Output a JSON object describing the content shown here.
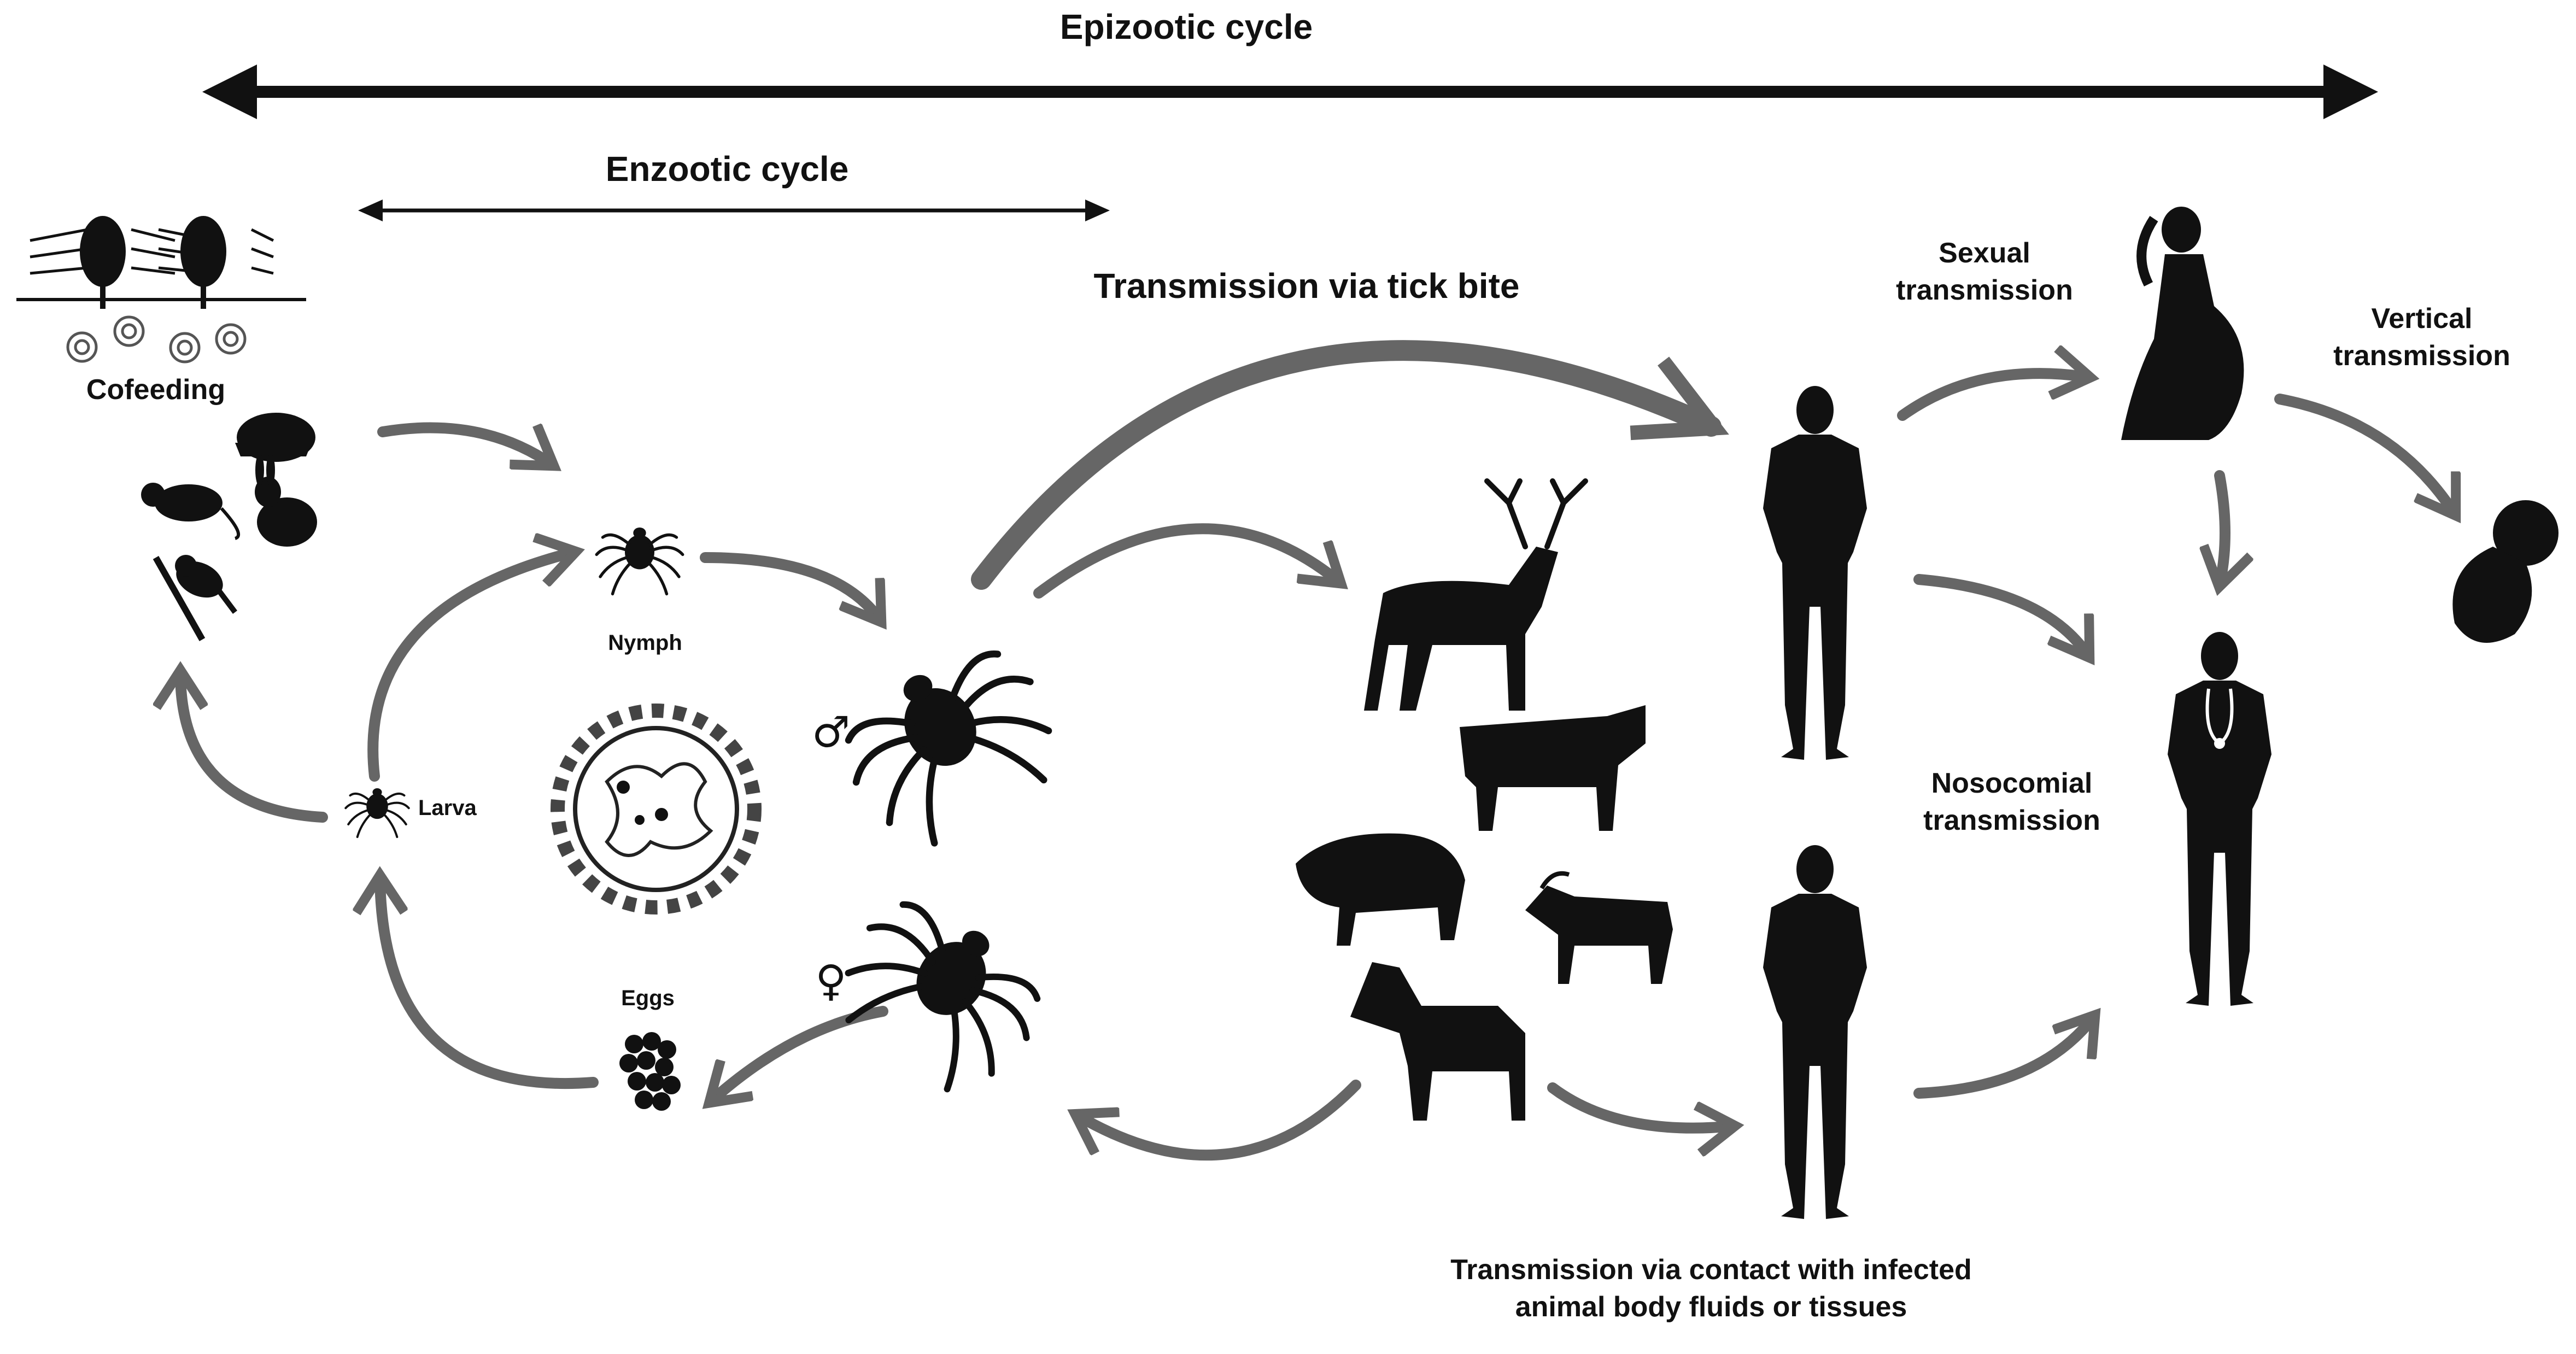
{
  "cycles": {
    "epizootic": "Epizootic cycle",
    "enzootic": "Enzootic cycle"
  },
  "labels": {
    "cofeeding": "Cofeeding",
    "nymph": "Nymph",
    "larva": "Larva",
    "eggs": "Eggs",
    "male_symbol": "♂",
    "female_symbol": "♀",
    "tick_bite": "Transmission via tick bite",
    "sexual_line1": "Sexual",
    "sexual_line2": "transmission",
    "vertical_line1": "Vertical",
    "vertical_line2": "transmission",
    "nosocomial_line1": "Nosocomial",
    "nosocomial_line2": "transmission",
    "contact_line1": "Transmission via contact with infected",
    "contact_line2": "animal body fluids or tissues"
  },
  "colors": {
    "arrow_gray": "#666666",
    "silhouette": "#111111",
    "background": "#ffffff"
  }
}
